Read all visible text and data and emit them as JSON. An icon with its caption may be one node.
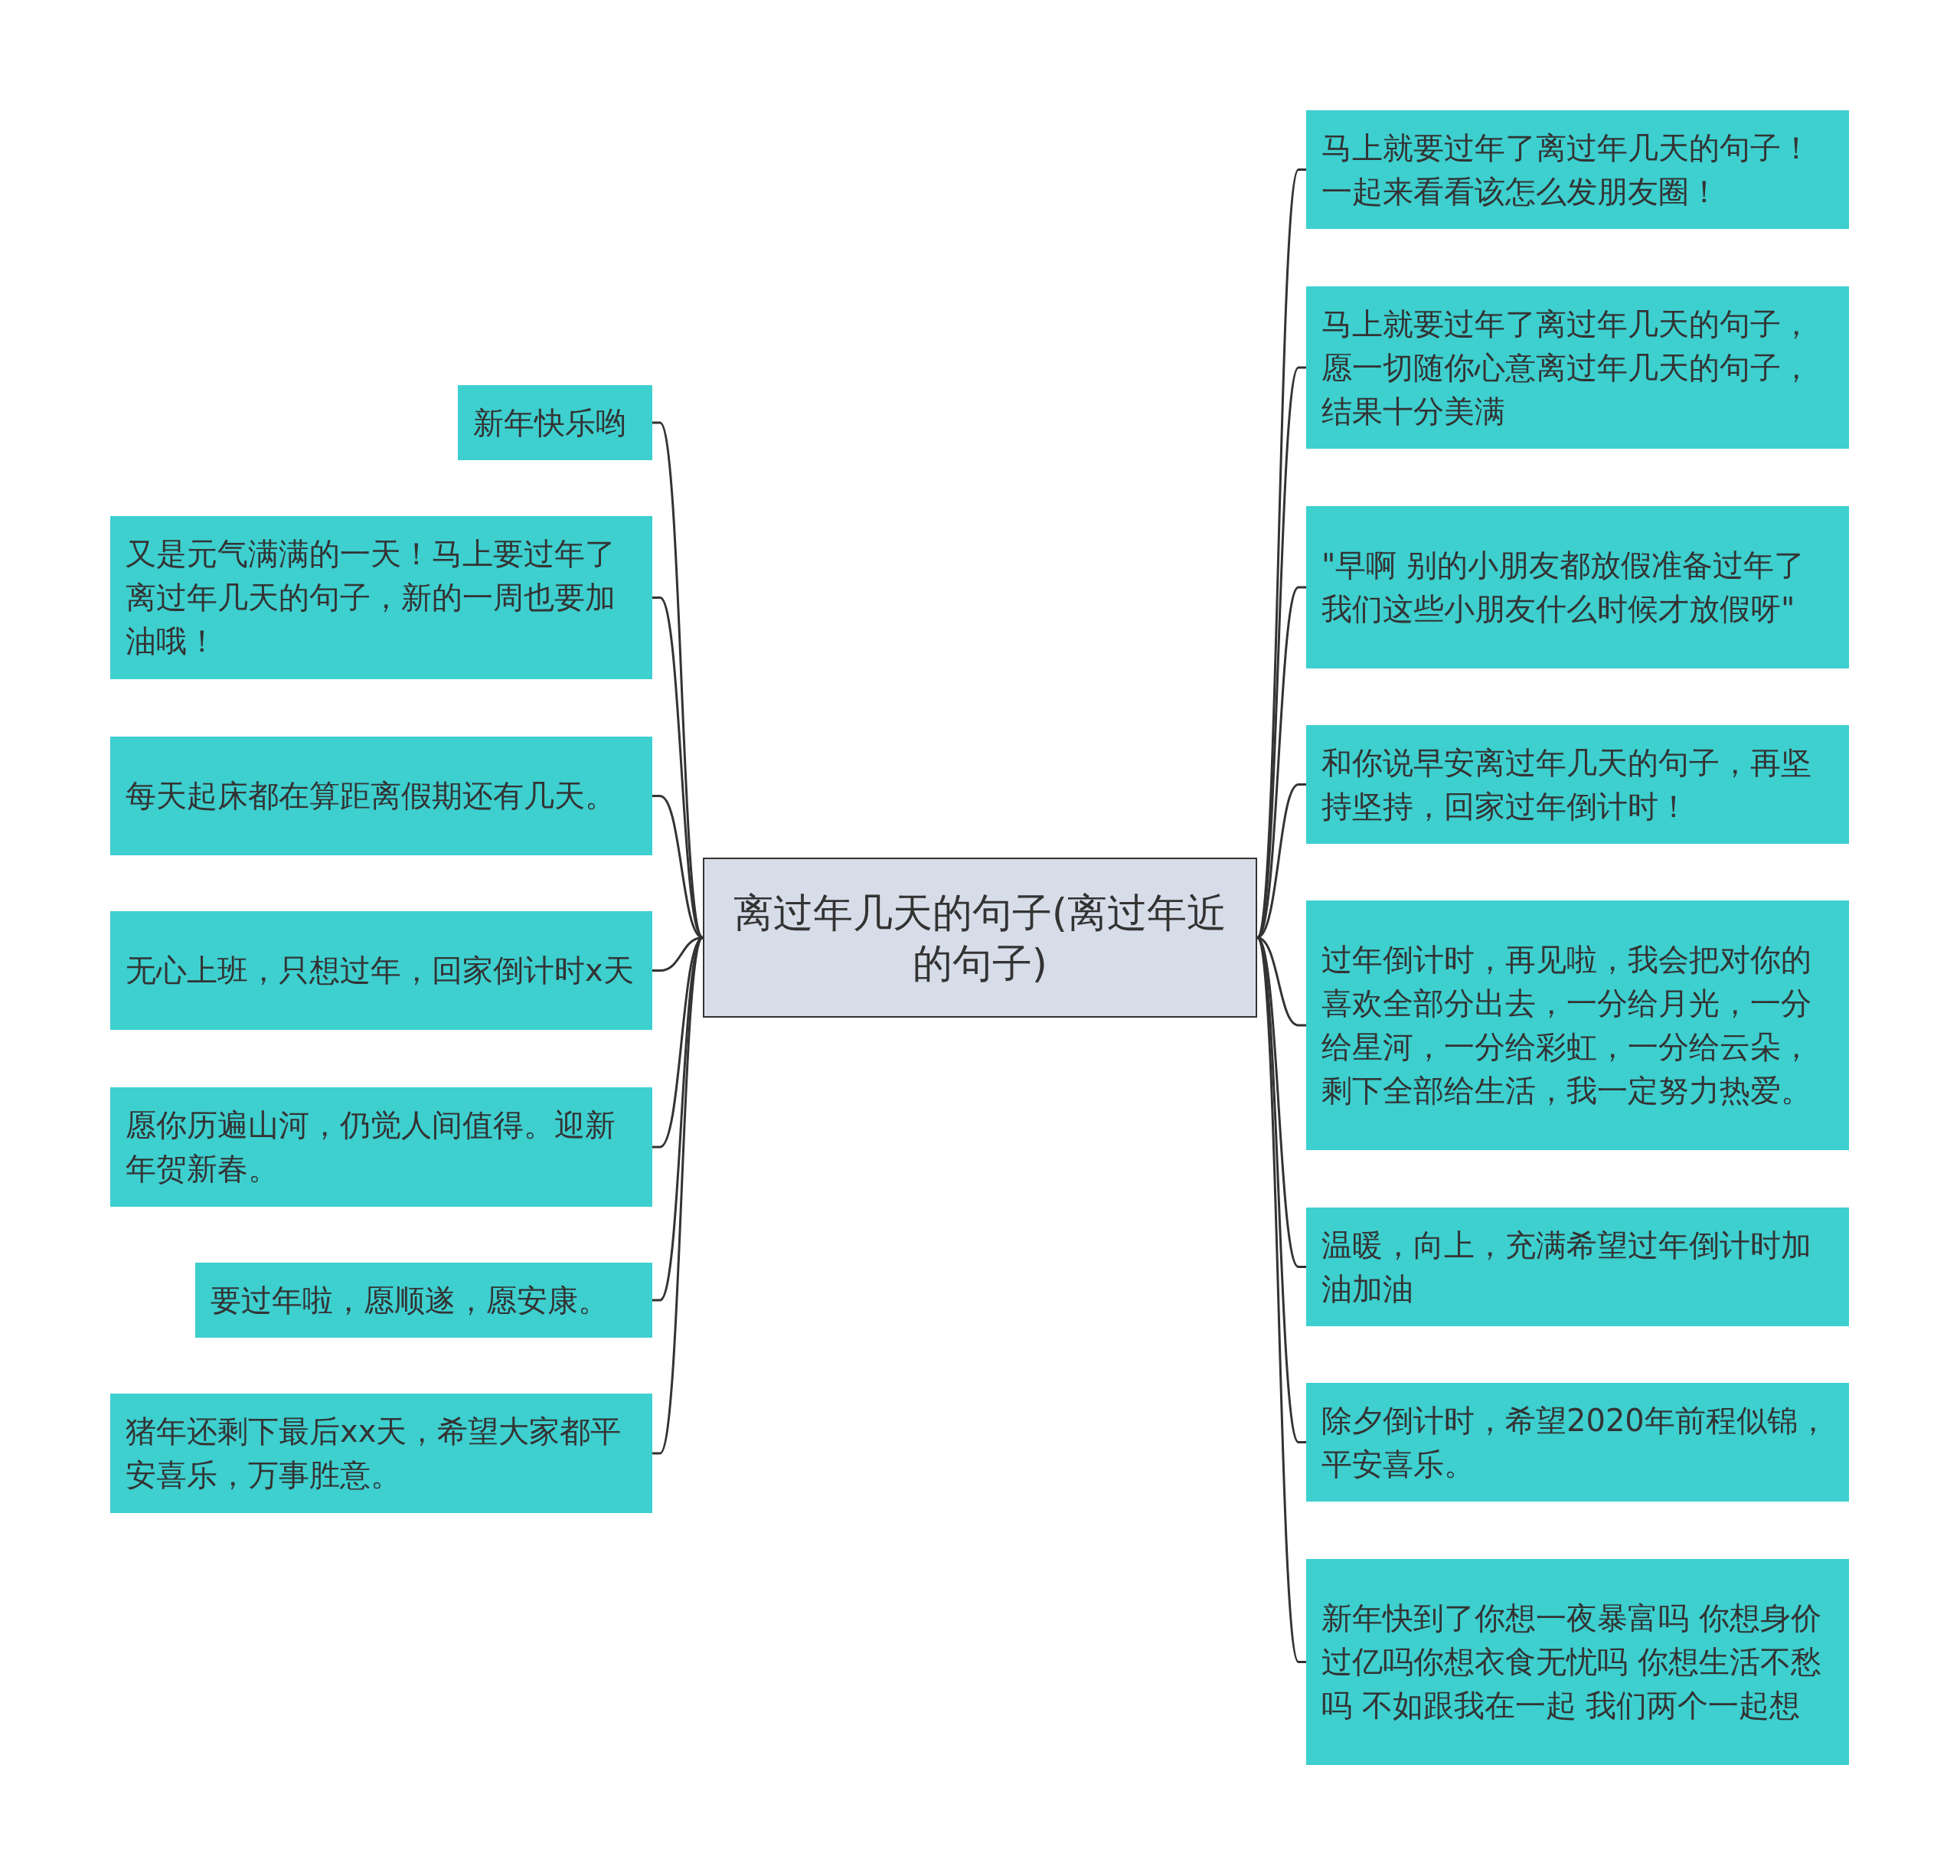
{
  "diagram": {
    "nodes": [
      {
        "text": [
          "离过年几天的句子(离过年近的句子)"
        ]
      },
      {
        "text": [
          "新年快乐哟"
        ]
      },
      {
        "text": [
          "又是元气满满的一天！马上要过年了离过年几天的句子，新的一周也要加油哦！"
        ]
      },
      {
        "text": [
          "每天起床都在算距离假期还有几天。"
        ]
      },
      {
        "text": [
          "无心上班，只想过年，回家倒计时x天"
        ]
      },
      {
        "text": [
          "愿你历遍山河，仍觉人间值得。迎新年贺新春。"
        ]
      },
      {
        "text": [
          "要过年啦，愿顺遂，愿安康。"
        ]
      },
      {
        "text": [
          "猪年还剩下最后xx天，希望大家都平安喜乐，万事胜意。"
        ]
      },
      {
        "text": [
          "马上就要过年了离过年几天的句子！一起来看看该怎么发朋友圈！"
        ]
      },
      {
        "text": [
          "马上就要过年了离过年几天的句子，愿一切随你心意离过年几天的句子，结果十分美满"
        ]
      },
      {
        "text": [
          "\"早啊 别的小朋友都放假准备过年了我们这些小朋友什么时候才放假呀\""
        ]
      },
      {
        "text": [
          "和你说早安离过年几天的句子，再坚持坚持，回家过年倒计时！"
        ]
      },
      {
        "text": [
          "过年倒计时，再见啦，我会把对你的喜欢全部分出去，一分给月光，一分给星河，一分给彩虹，一分给云朵，剩下全部给生活，我一定努力热爱。"
        ]
      },
      {
        "text": [
          "温暖，向上，充满希望过年倒计时加油加油"
        ]
      },
      {
        "text": [
          "除夕倒计时，希望2020年前程似锦，平安喜乐。"
        ]
      },
      {
        "text": [
          "新年快到了你想一夜暴富吗 你想身价过亿吗你想衣食无忧吗 你想生活不愁吗 不如跟我在一起 我们两个一起想"
        ]
      }
    ],
    "edges": [
      {
        "from": 0,
        "to": 1,
        "arrow": "none"
      },
      {
        "from": 0,
        "to": 2,
        "arrow": "none"
      },
      {
        "from": 0,
        "to": 3,
        "arrow": "none"
      },
      {
        "from": 0,
        "to": 4,
        "arrow": "none"
      },
      {
        "from": 0,
        "to": 5,
        "arrow": "none"
      },
      {
        "from": 0,
        "to": 6,
        "arrow": "none"
      },
      {
        "from": 0,
        "to": 7,
        "arrow": "none"
      },
      {
        "from": 0,
        "to": 8,
        "arrow": "none"
      },
      {
        "from": 0,
        "to": 9,
        "arrow": "none"
      },
      {
        "from": 0,
        "to": 10,
        "arrow": "none"
      },
      {
        "from": 0,
        "to": 11,
        "arrow": "none"
      },
      {
        "from": 0,
        "to": 12,
        "arrow": "none"
      },
      {
        "from": 0,
        "to": 13,
        "arrow": "none"
      },
      {
        "from": 0,
        "to": 14,
        "arrow": "none"
      },
      {
        "from": 0,
        "to": 15,
        "arrow": "none"
      }
    ]
  }
}
